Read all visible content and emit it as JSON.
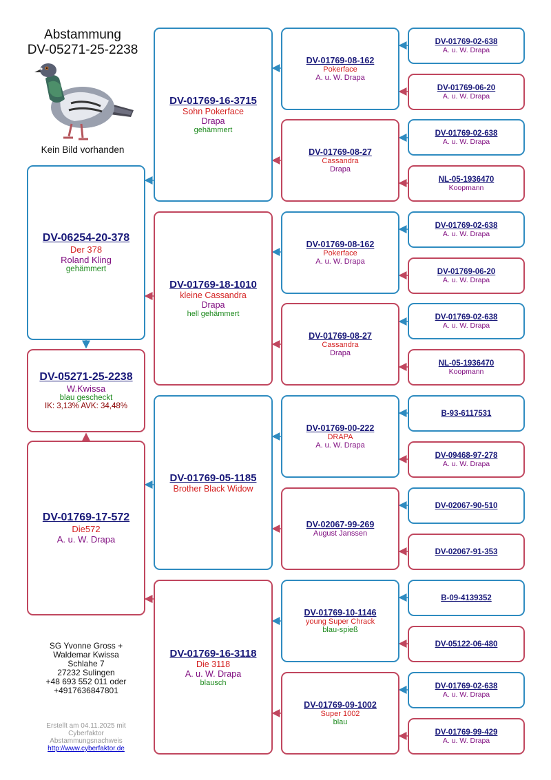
{
  "header": {
    "title": "Abstammung",
    "ring": "DV-05271-25-2238",
    "no_image": "Kein Bild vorhanden"
  },
  "subject": {
    "ring": "DV-05271-25-2238",
    "owner": "W.Kwissa",
    "color": "blau gescheckt",
    "ik": "IK: 3,13%  AVK: 34,48%"
  },
  "father": {
    "ring": "DV-06254-20-378",
    "name": "Der 378",
    "owner": "Roland Kling",
    "color": "gehämmert"
  },
  "mother": {
    "ring": "DV-01769-17-572",
    "name": "Die572",
    "owner": "A. u. W. Drapa"
  },
  "gen2": [
    {
      "ring": "DV-01769-16-3715",
      "name": "Sohn Pokerface",
      "owner": "Drapa",
      "color": "gehämmert"
    },
    {
      "ring": "DV-01769-18-1010",
      "name": "kleine Cassandra",
      "owner": "Drapa",
      "color": "hell gehämmert"
    },
    {
      "ring": "DV-01769-05-1185",
      "name": "Brother Black Widow"
    },
    {
      "ring": "DV-01769-16-3118",
      "name": "Die 3118",
      "owner": "A. u. W. Drapa",
      "color": "blausch"
    }
  ],
  "gen3": [
    {
      "ring": "DV-01769-08-162",
      "name": "Pokerface",
      "owner": "A. u. W. Drapa"
    },
    {
      "ring": "DV-01769-08-27",
      "name": "Cassandra",
      "owner": "Drapa"
    },
    {
      "ring": "DV-01769-08-162",
      "name": "Pokerface",
      "owner": "A. u. W. Drapa"
    },
    {
      "ring": "DV-01769-08-27",
      "name": "Cassandra",
      "owner": "Drapa"
    },
    {
      "ring": "DV-01769-00-222",
      "name": "DRAPA",
      "owner": "A. u. W. Drapa"
    },
    {
      "ring": "DV-02067-99-269",
      "owner": "August Janssen"
    },
    {
      "ring": "DV-01769-10-1146",
      "name": "young Super Chrack",
      "color": "blau-spieß"
    },
    {
      "ring": "DV-01769-09-1002",
      "name": "Super 1002",
      "color": "blau"
    }
  ],
  "gen4": [
    {
      "ring": "DV-01769-02-638",
      "owner": "A. u. W. Drapa"
    },
    {
      "ring": "DV-01769-06-20",
      "owner": "A. u. W. Drapa"
    },
    {
      "ring": "DV-01769-02-638",
      "owner": "A. u. W. Drapa"
    },
    {
      "ring": "NL-05-1936470",
      "owner": "Koopmann"
    },
    {
      "ring": "DV-01769-02-638",
      "owner": "A. u. W. Drapa"
    },
    {
      "ring": "DV-01769-06-20",
      "owner": "A. u. W. Drapa"
    },
    {
      "ring": "DV-01769-02-638",
      "owner": "A. u. W. Drapa"
    },
    {
      "ring": "NL-05-1936470",
      "owner": "Koopmann"
    },
    {
      "ring": "B-93-6117531"
    },
    {
      "ring": "DV-09468-97-278",
      "owner": "A. u. W. Drapa"
    },
    {
      "ring": "DV-02067-90-510"
    },
    {
      "ring": "DV-02067-91-353"
    },
    {
      "ring": "B-09-4139352"
    },
    {
      "ring": "DV-05122-06-480"
    },
    {
      "ring": "DV-01769-02-638",
      "owner": "A. u. W. Drapa"
    },
    {
      "ring": "DV-01769-99-429",
      "owner": "A. u. W. Drapa"
    }
  ],
  "breeder": {
    "lines": [
      "SG Yvonne Gross +",
      "Waldemar Kwissa",
      "Schlahe 7",
      "27232 Sulingen",
      "+48 693 552 011 oder",
      "+4917636847801"
    ]
  },
  "footer": {
    "lines": [
      "Erstellt am 04.11.2025 mit",
      "Cyberfaktor",
      "Abstammungsnachweis"
    ],
    "link": "http://www.cyberfaktor.de"
  },
  "colors": {
    "male": "#2e8bc0",
    "female": "#c0465e",
    "ring": "#1a1a7a",
    "name": "#d42020",
    "owner": "#800e80",
    "color": "#1e8a1e"
  }
}
